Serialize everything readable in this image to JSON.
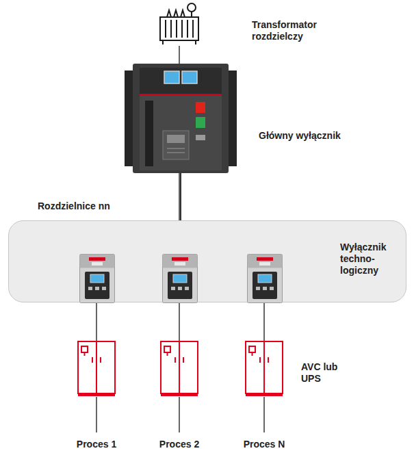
{
  "diagram": {
    "nodes": [
      {
        "text": [
          "Transformator rozdzielczy"
        ]
      },
      {
        "text": [
          "Główny wyłącznik"
        ]
      },
      {
        "text": [
          "Rozdzielnice nn"
        ]
      },
      {
        "text": [],
        "in": 2
      },
      {
        "text": [],
        "in": 2
      },
      {
        "text": [
          "Wyłącznik techno- logiczny"
        ],
        "in": 2
      },
      {
        "text": []
      },
      {
        "text": []
      },
      {
        "text": [
          "AVC lub UPS"
        ]
      }
    ],
    "edges": [
      {
        "from": 0,
        "to": 1,
        "arrow": "none"
      },
      {
        "from": 1,
        "to": 3,
        "arrow": "none"
      },
      {
        "from": 1,
        "to": 4,
        "arrow": "none"
      },
      {
        "from": 1,
        "to": 5,
        "arrow": "none"
      },
      {
        "from": 3,
        "to": 6,
        "arrow": "none"
      },
      {
        "from": 4,
        "to": 7,
        "arrow": "none"
      },
      {
        "from": 5,
        "to": 8,
        "arrow": "none"
      }
    ],
    "labels": [
      "Proces 1",
      "Proces 2",
      "Proces N"
    ]
  }
}
